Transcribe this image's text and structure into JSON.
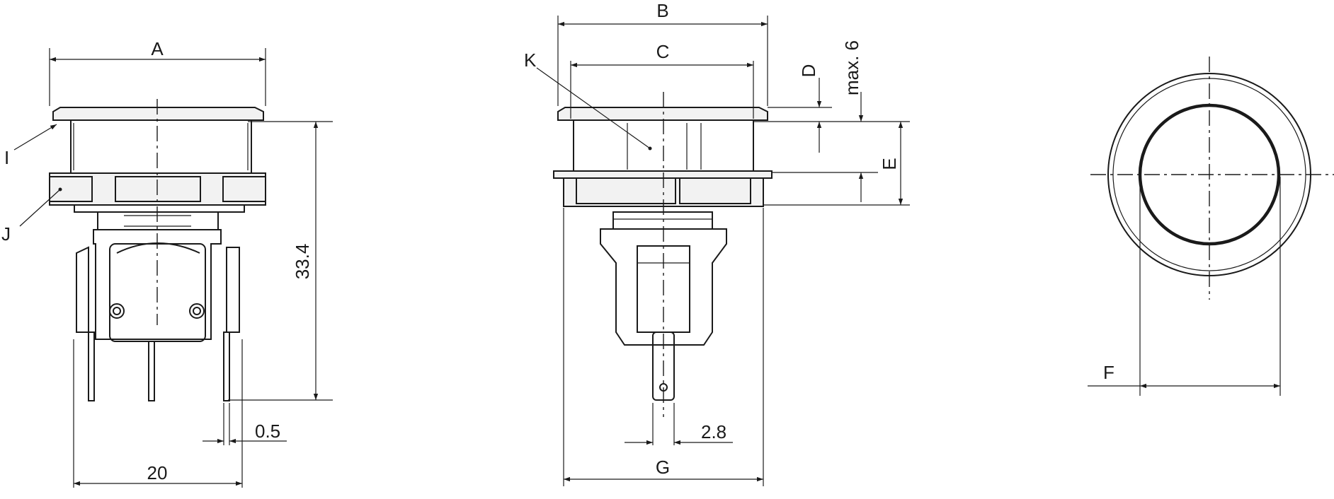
{
  "labels": {
    "A": "A",
    "B": "B",
    "C": "C",
    "D": "D",
    "E": "E",
    "F": "F",
    "G": "G",
    "I": "I",
    "J": "J",
    "K": "K",
    "max": "max. 6",
    "height": "33.4",
    "pin_thickness": "0.5",
    "width_20": "20",
    "pin_width": "2.8"
  }
}
